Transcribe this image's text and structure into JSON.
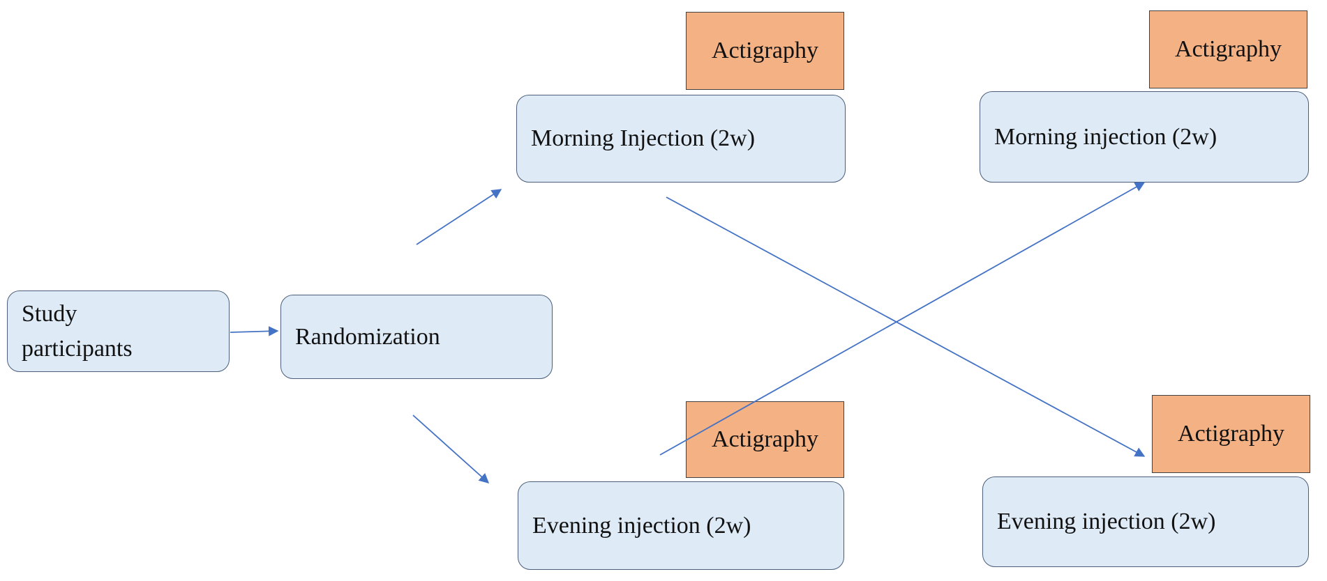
{
  "nodes": {
    "study_participants": "Study participants",
    "randomization": "Randomization",
    "morning_injection_1": "Morning Injection (2w)",
    "evening_injection_1": "Evening injection (2w)",
    "morning_injection_2": "Morning injection (2w)",
    "evening_injection_2": "Evening injection (2w)"
  },
  "tags": {
    "actigraphy_morning_1": "Actigraphy",
    "actigraphy_evening_1": "Actigraphy",
    "actigraphy_morning_2": "Actigraphy",
    "actigraphy_evening_2": "Actigraphy"
  },
  "colors": {
    "node_fill": "#deebf7",
    "node_border": "#4a5e7a",
    "tag_fill": "#f4b183",
    "tag_border": "#404040",
    "arrow": "#4472c4"
  },
  "edges": [
    {
      "from": "study_participants",
      "to": "randomization"
    },
    {
      "from": "randomization",
      "to": "morning_injection_1"
    },
    {
      "from": "randomization",
      "to": "evening_injection_1"
    },
    {
      "from": "morning_injection_1",
      "to": "evening_injection_2"
    },
    {
      "from": "evening_injection_1",
      "to": "morning_injection_2"
    }
  ]
}
